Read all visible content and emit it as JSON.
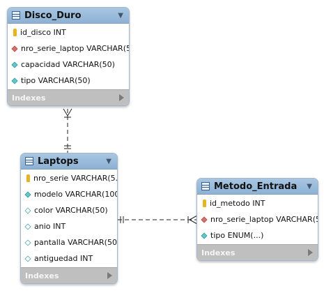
{
  "tables": {
    "disco": {
      "title": "Disco_Duro",
      "columns": [
        {
          "text": "id_disco INT",
          "kind": "pk"
        },
        {
          "text": "nro_serie_laptop VARCHAR(5...",
          "kind": "fk"
        },
        {
          "text": "capacidad VARCHAR(50)",
          "kind": "col"
        },
        {
          "text": "tipo VARCHAR(50)",
          "kind": "col"
        }
      ],
      "footer": "Indexes"
    },
    "laptops": {
      "title": "Laptops",
      "columns": [
        {
          "text": "nro_serie VARCHAR(5...",
          "kind": "pk"
        },
        {
          "text": "modelo VARCHAR(100)",
          "kind": "col"
        },
        {
          "text": "color VARCHAR(50)",
          "kind": "col-empty"
        },
        {
          "text": "anio INT",
          "kind": "col-empty"
        },
        {
          "text": "pantalla VARCHAR(50)",
          "kind": "col-empty"
        },
        {
          "text": "antiguedad INT",
          "kind": "col-empty"
        }
      ],
      "footer": "Indexes"
    },
    "metodo": {
      "title": "Metodo_Entrada",
      "columns": [
        {
          "text": "id_metodo INT",
          "kind": "pk"
        },
        {
          "text": "nro_serie_laptop VARCHAR(5...",
          "kind": "fk"
        },
        {
          "text": "tipo ENUM(...)",
          "kind": "col"
        }
      ],
      "footer": "Indexes"
    }
  },
  "colors": {
    "header": "#9dbde0",
    "footer": "#bfbfbf",
    "relationship_line": "#222222"
  },
  "icons": {
    "table": "table-icon",
    "primary_key": "key-icon",
    "foreign_key": "red-diamond-icon",
    "column": "cyan-diamond-icon",
    "collapse": "chevron-down-icon",
    "expand": "triangle-right-icon"
  }
}
